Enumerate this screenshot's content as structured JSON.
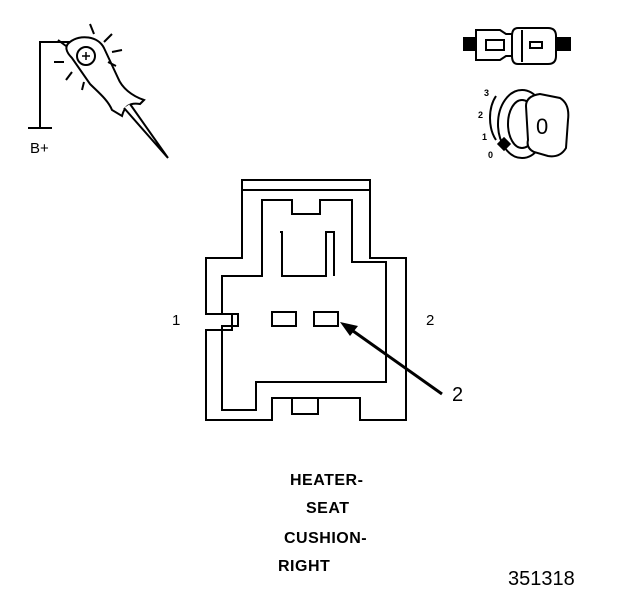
{
  "test_probe": {
    "supply_label": "B+",
    "icon": "test-light-probe-icon"
  },
  "connector_disconnect_icon": "connector-disconnected-icon",
  "ignition_switch": {
    "icon": "ignition-key-icon",
    "positions": [
      "3",
      "2",
      "1",
      "0"
    ],
    "key_label": "0"
  },
  "connector": {
    "pin_left_label": "1",
    "pin_right_label": "2",
    "callout_label": "2"
  },
  "title_lines": [
    "HEATER-",
    "SEAT",
    "CUSHION-",
    "RIGHT"
  ],
  "figure_number": "351318"
}
